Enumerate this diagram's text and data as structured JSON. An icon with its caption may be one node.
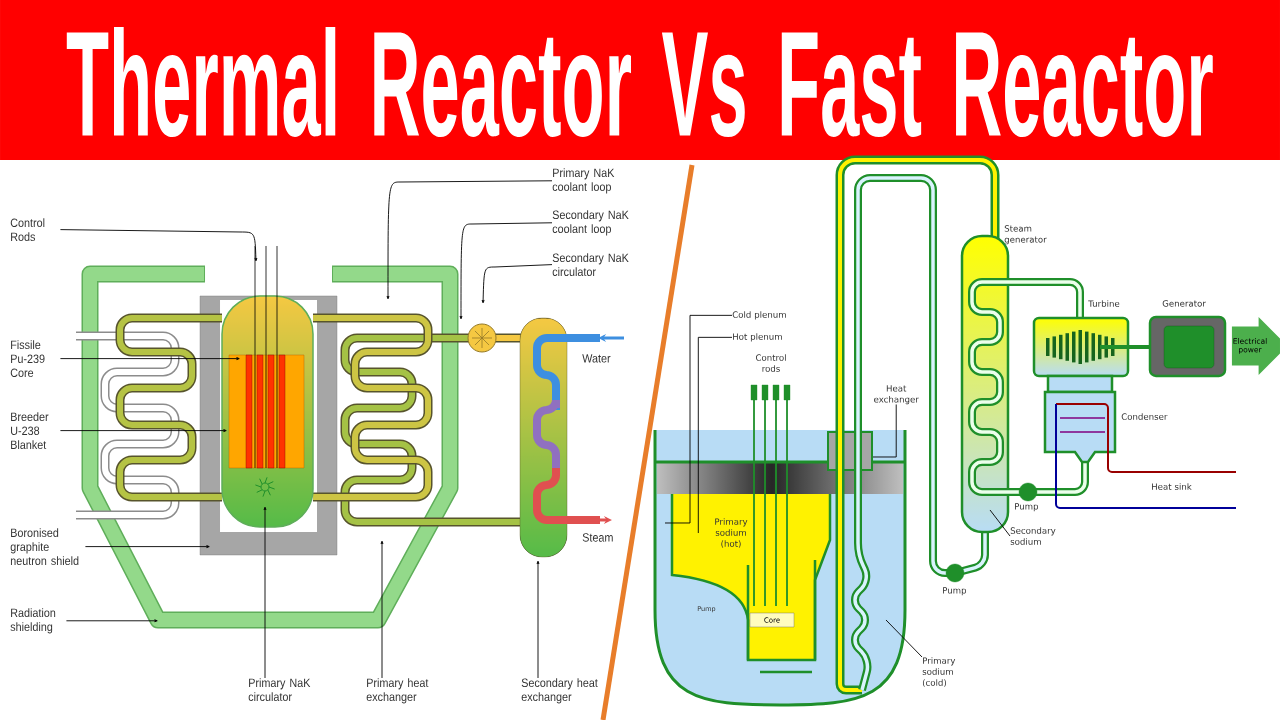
{
  "diagram": {
    "title": "Thermal Reactor Vs Fast Reactor",
    "nodes": [
      {
        "text": [
          "Control Rods"
        ]
      },
      {
        "text": [
          "Fissile Pu-239 Core"
        ]
      },
      {
        "text": [
          "Breeder U-238 Blanket"
        ]
      },
      {
        "text": [
          "Boronised graphite neutron shield"
        ]
      },
      {
        "text": [
          "Radiation shielding"
        ]
      },
      {
        "text": [
          "Primary NaK circulator"
        ]
      },
      {
        "text": [
          "Primary heat exchanger"
        ]
      },
      {
        "text": [
          "Secondary heat exchanger"
        ]
      },
      {
        "text": [
          "Primary NaK coolant loop"
        ]
      },
      {
        "text": [
          "Secondary NaK coolant loop"
        ]
      },
      {
        "text": [
          "Secondary NaK circulator"
        ]
      },
      {
        "text": [
          "Cold plenum"
        ]
      },
      {
        "text": [
          "Hot plenum"
        ]
      },
      {
        "text": [
          "Heat exchanger"
        ]
      },
      {
        "text": [
          "Secondary sodium"
        ]
      },
      {
        "text": [
          "Primary sodium (cold)"
        ]
      },
      {
        "text": [
          "Electrical power"
        ]
      },
      {
        "text": [
          "Core"
        ]
      },
      {
        "text": [
          "Primary sodium (hot)"
        ]
      }
    ],
    "edges": [
      {
        "from": 0,
        "to": null,
        "arrow": "to"
      },
      {
        "from": 1,
        "to": null,
        "arrow": "to"
      },
      {
        "from": 2,
        "to": null,
        "arrow": "to"
      },
      {
        "from": 3,
        "to": null,
        "arrow": "to"
      },
      {
        "from": 4,
        "to": null,
        "arrow": "to"
      },
      {
        "from": 5,
        "to": null,
        "arrow": "to"
      },
      {
        "from": 6,
        "to": null,
        "arrow": "to"
      },
      {
        "from": 7,
        "to": null,
        "arrow": "to"
      },
      {
        "from": 8,
        "to": null,
        "arrow": "to"
      },
      {
        "from": 9,
        "to": null,
        "arrow": "to"
      },
      {
        "from": 10,
        "to": null,
        "arrow": "to"
      },
      {
        "from": 11,
        "to": null,
        "arrow": "none"
      },
      {
        "from": 12,
        "to": 18,
        "arrow": "none"
      },
      {
        "from": 13,
        "to": null,
        "arrow": "none"
      },
      {
        "from": 14,
        "to": null,
        "arrow": "none"
      },
      {
        "from": 15,
        "to": null,
        "arrow": "none"
      }
    ],
    "labels": [
      "Water",
      "Steam",
      "Control rods",
      "Steam generator",
      "Turbine",
      "Generator",
      "Condenser",
      "Pump",
      "Heat sink",
      "Pump",
      "Pump"
    ]
  }
}
